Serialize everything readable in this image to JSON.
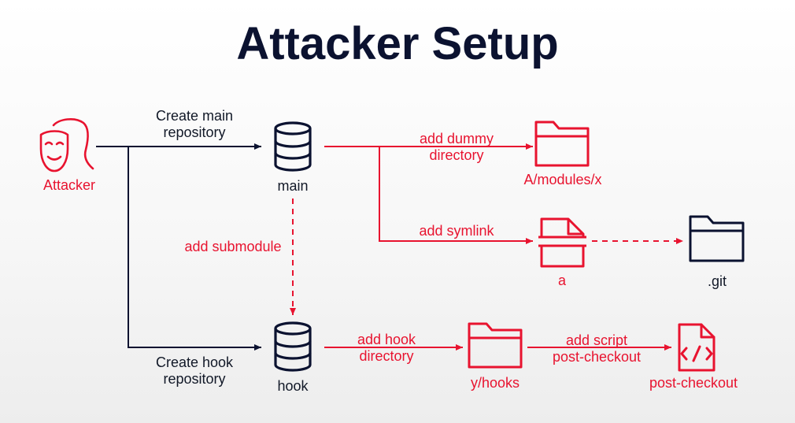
{
  "title": "Attacker Setup",
  "colors": {
    "dark": "#0b1230",
    "accent": "#e8132f"
  },
  "nodes": {
    "attacker": {
      "label": "Attacker",
      "icon": "attacker-mask-icon"
    },
    "main": {
      "label": "main",
      "icon": "database-icon"
    },
    "hook": {
      "label": "hook",
      "icon": "database-icon"
    },
    "modules": {
      "label": "A/modules/x",
      "icon": "folder-icon"
    },
    "symlink": {
      "label": "a",
      "icon": "file-icon"
    },
    "git": {
      "label": ".git",
      "icon": "folder-icon"
    },
    "hooks": {
      "label": "y/hooks",
      "icon": "folder-icon"
    },
    "postcheckout": {
      "label": "post-checkout",
      "icon": "code-file-icon"
    }
  },
  "edges": {
    "create_main": {
      "line1": "Create main",
      "line2": "repository"
    },
    "create_hook": {
      "line1": "Create hook",
      "line2": "repository"
    },
    "add_dummy": {
      "line1": "add dummy",
      "line2": "directory"
    },
    "add_symlink": {
      "line1": "add symlink"
    },
    "add_submodule": {
      "line1": "add submodule"
    },
    "add_hook_dir": {
      "line1": "add hook",
      "line2": "directory"
    },
    "add_script": {
      "line1": "add script",
      "line2": "post-checkout"
    }
  }
}
